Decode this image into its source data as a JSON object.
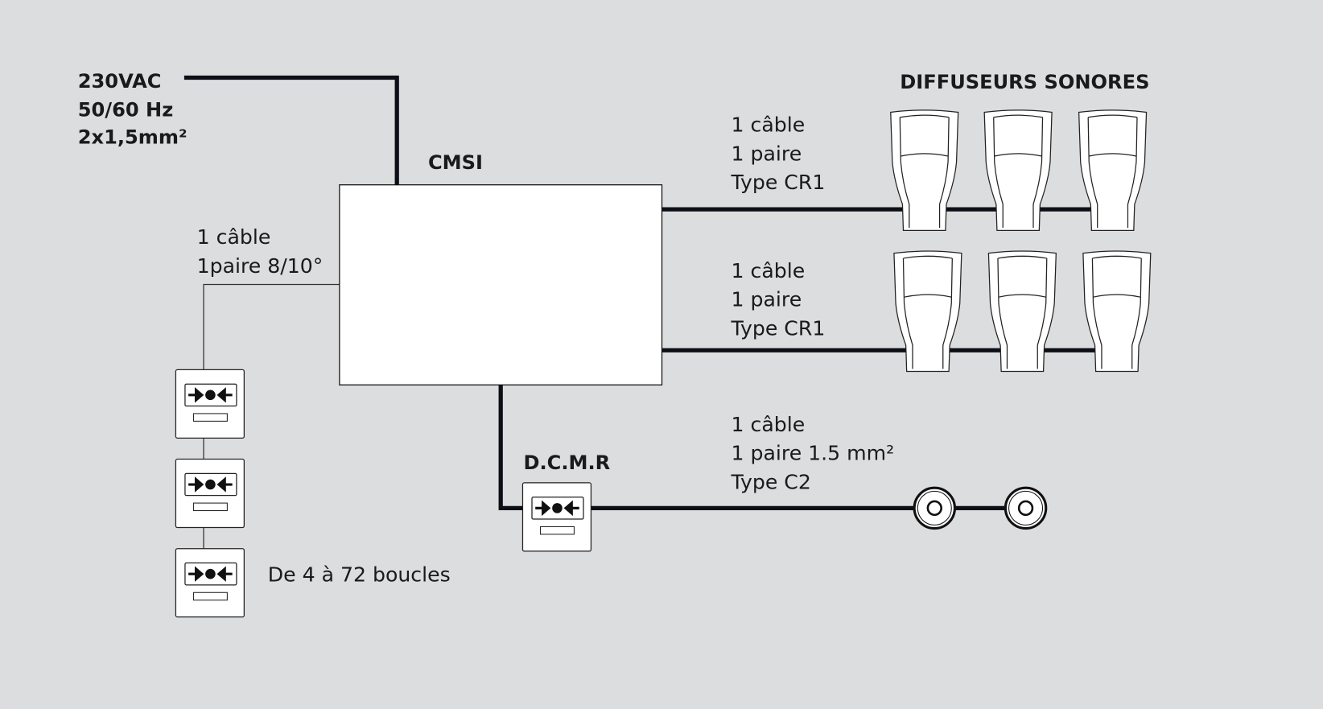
{
  "colors": {
    "background": "#dcdddf",
    "line": "#0e0e16",
    "box": "#ffffff"
  },
  "power": {
    "line1": "230VAC",
    "line2": "50/60 Hz",
    "line3": "2x1,5mm²"
  },
  "cmsi": {
    "label": "CMSI"
  },
  "loop": {
    "cable": "1 câble",
    "pair": "1paire 8/10°",
    "count_label": "De 4 à 72 boucles",
    "detector_count": 3
  },
  "speakers": {
    "title": "DIFFUSEURS SONORES",
    "line1": {
      "cable": "1 câble",
      "pair": "1 paire",
      "type": "Type CR1",
      "count": 3
    },
    "line2": {
      "cable": "1 câble",
      "pair": "1 paire",
      "type": "Type CR1",
      "count": 3
    }
  },
  "dcmr": {
    "label": "D.C.M.R",
    "cable": "1 câble",
    "pair": "1 paire 1.5 mm²",
    "type": "Type C2",
    "siren_count": 2
  }
}
